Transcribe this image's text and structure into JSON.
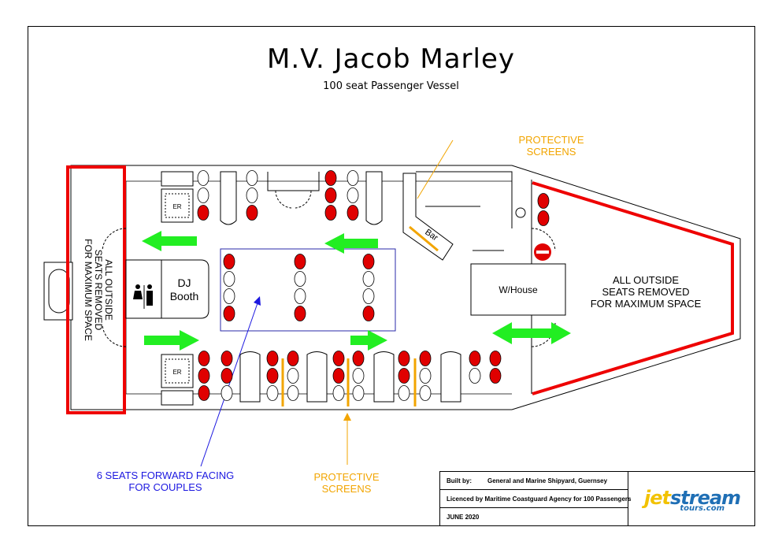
{
  "title": "M.V. Jacob Marley",
  "subtitle": "100 seat Passenger Vessel",
  "labels": {
    "er": "ER",
    "dj_line1": "DJ",
    "dj_line2": "Booth",
    "bar": "Bar",
    "wheelhouse": "W/House",
    "outside_aft_1": "ALL OUTSIDE",
    "outside_aft_2": "SEATS REMOVED",
    "outside_aft_3": "FOR MAXIMUM SPACE",
    "outside_fwd_1": "ALL OUTSIDE",
    "outside_fwd_2": "SEATS REMOVED",
    "outside_fwd_3": "FOR MAXIMUM SPACE"
  },
  "notes": {
    "screens_top_1": "PROTECTIVE",
    "screens_top_2": "SCREENS",
    "screens_bottom_1": "PROTECTIVE",
    "screens_bottom_2": "SCREENS",
    "couples_1": "6 SEATS FORWARD FACING",
    "couples_2": "FOR COUPLES"
  },
  "title_block": {
    "built_by_label": "Built by:",
    "built_by_value": "General and Marine Shipyard, Guernsey",
    "licence": "Licenced by Maritime Coastguard Agency for 100 Passengers",
    "date": "JUNE 2020"
  },
  "logo": {
    "main_blue": "jet",
    "main_rest": "stream",
    "sub": "tours.com"
  },
  "colors": {
    "seat_red": "#e00000",
    "arrow_green": "#22ee22",
    "screen_orange": "#f2a500",
    "note_blue": "#1c18e0",
    "removed_red": "#ee0000",
    "logo_blue": "#1f6fb5"
  }
}
